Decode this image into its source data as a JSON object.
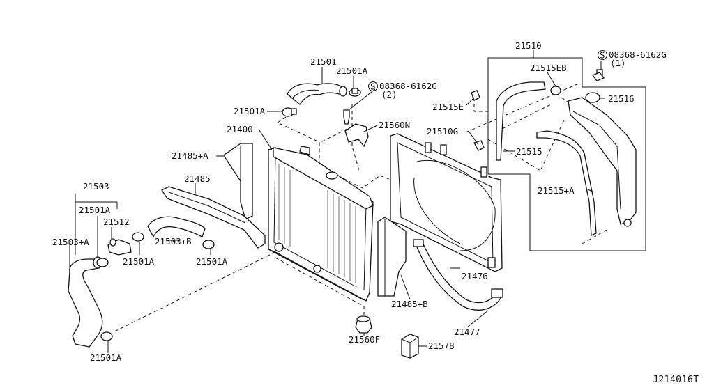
{
  "diagram_code": "J214016T",
  "labels": {
    "p21501_top": "21501",
    "p21501A_top": "21501A",
    "p08368_2": "08368-6162G",
    "p08368_2_qty": "(2)",
    "p21501A_left": "21501A",
    "p21560N": "21560N",
    "p21400": "21400",
    "p21485A": "21485+A",
    "p21485": "21485",
    "p21503": "21503",
    "p21501A_hose": "21501A",
    "p21512": "21512",
    "p21503A": "21503+A",
    "p21503B": "21503+B",
    "p21501A_mid1": "21501A",
    "p21501A_mid2": "21501A",
    "p21501A_bottom": "21501A",
    "p21560F": "21560F",
    "p21578": "21578",
    "p21485B": "21485+B",
    "p21476": "21476",
    "p21477": "21477",
    "p21515E": "21515E",
    "p21510G": "21510G",
    "p21510": "21510",
    "p21515EB": "21515EB",
    "p08368_1": "08368-6162G",
    "p08368_1_qty": "(1)",
    "p21516": "21516",
    "p21515": "21515",
    "p21515A": "21515+A"
  }
}
